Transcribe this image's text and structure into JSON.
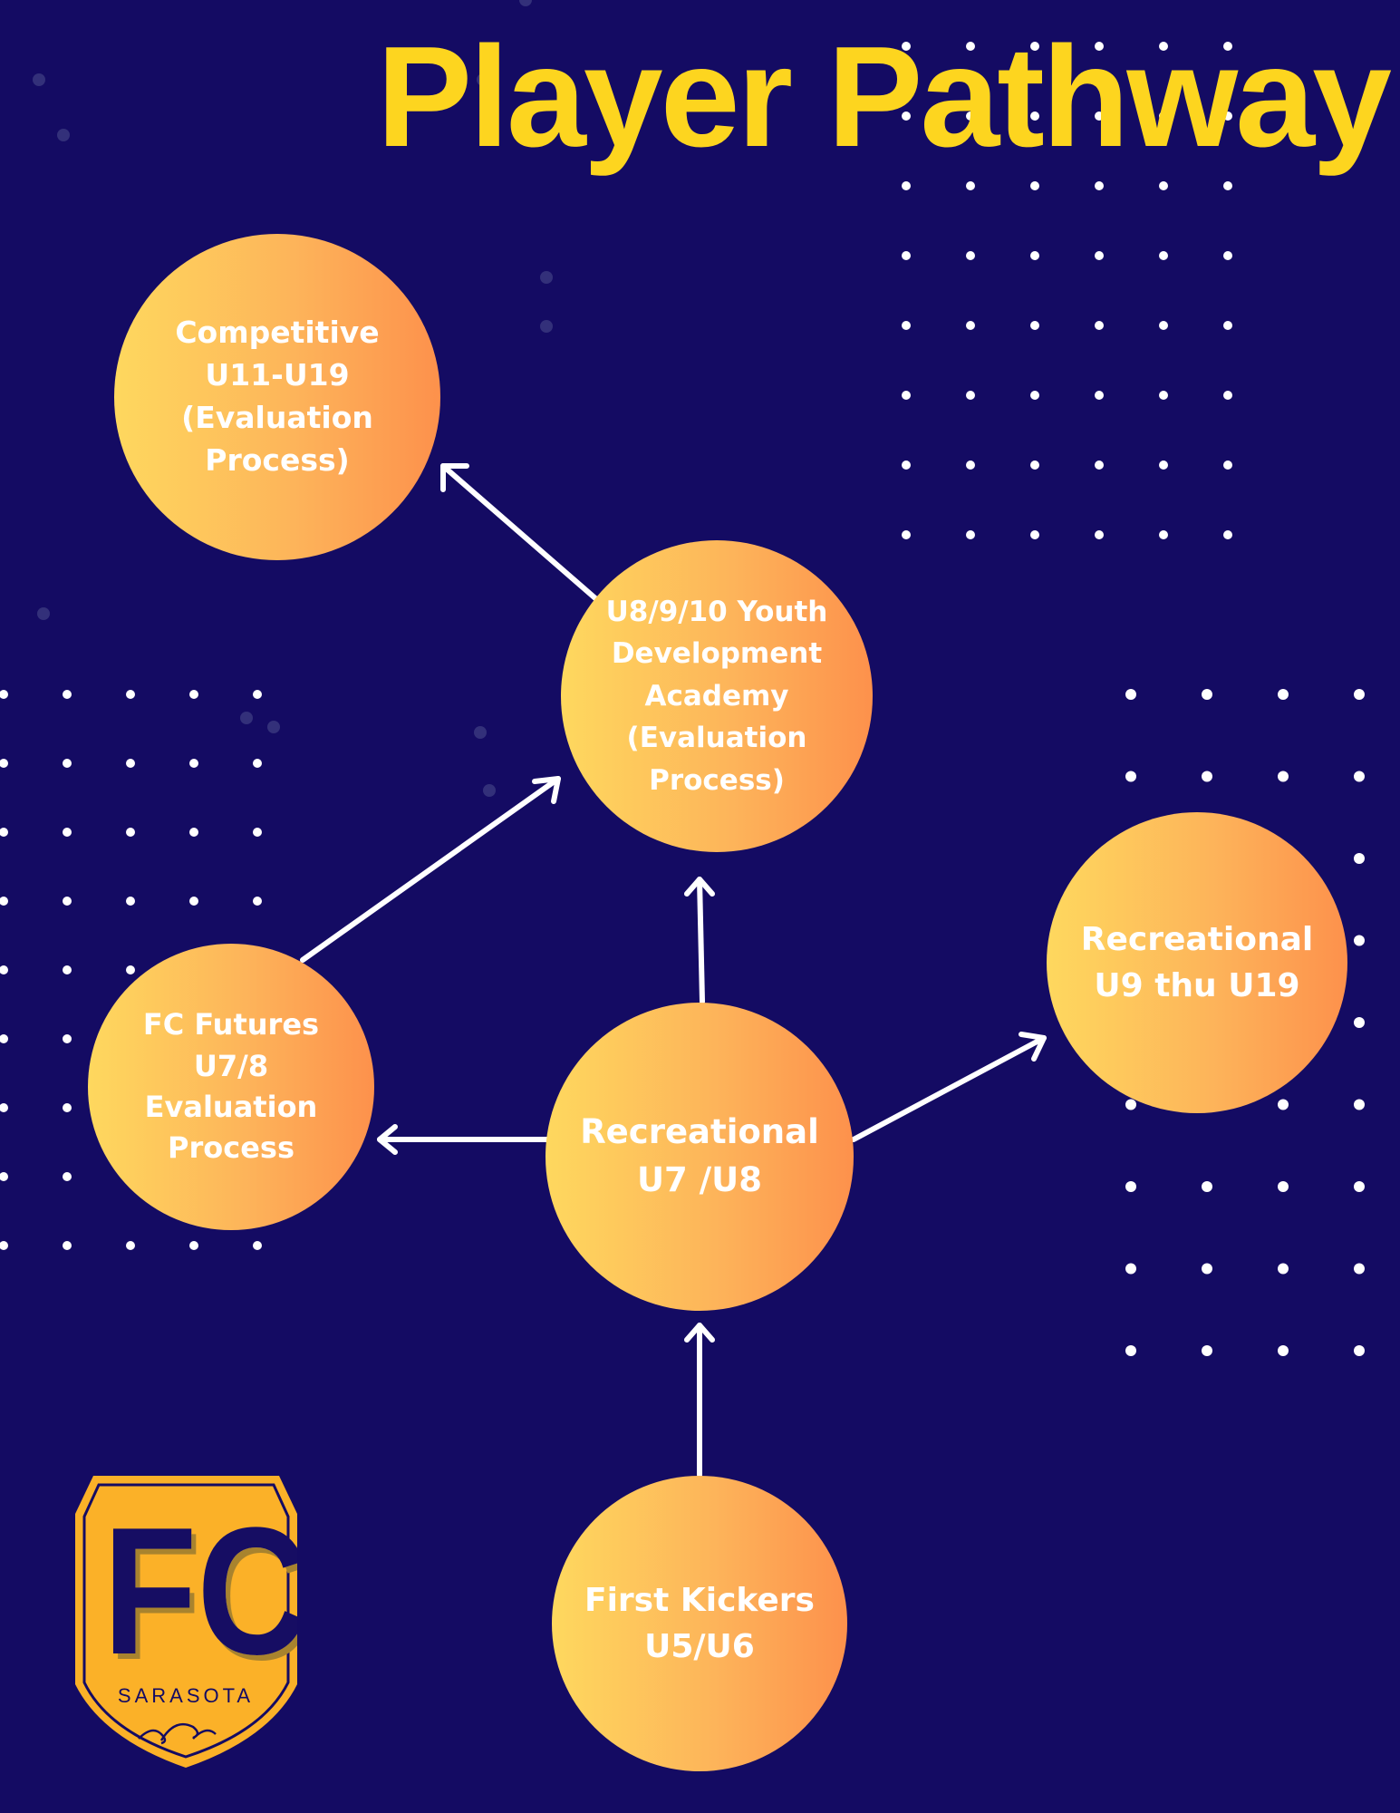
{
  "title": "Player Pathway",
  "nodes": {
    "competitive": "Competitive\nU11-U19\n(Evaluation\nProcess)",
    "academy": "U8/9/10 Youth\nDevelopment\nAcademy\n(Evaluation\nProcess)",
    "rec_u9": "Recreational\nU9 thu U19",
    "futures": "FC Futures\nU7/8\nEvaluation\nProcess",
    "rec_u7": "Recreational\nU7 /U8",
    "first_kickers": "First Kickers\nU5/U6"
  },
  "logo": {
    "main": "FC",
    "sub": "SARASOTA"
  },
  "colors": {
    "background": "#140b63",
    "title": "#fdd51f",
    "node_start": "#fed85e",
    "node_end": "#fd914c",
    "logo": "#fbb128"
  }
}
